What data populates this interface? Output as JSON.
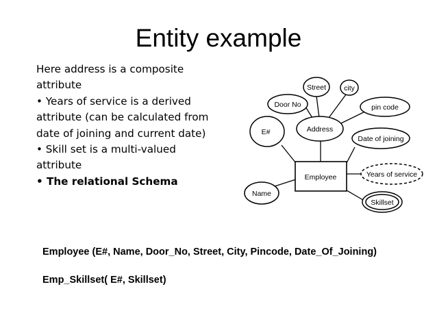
{
  "slide": {
    "title": "Entity example",
    "bullets": [
      "Here address is a composite",
      "attribute",
      "• Years of service is a derived",
      "attribute (can be calculated from",
      "date of joining and current date)",
      "• Skill set is a multi-valued",
      "attribute",
      "• The relational Schema"
    ],
    "schema_lines": [
      "Employee (E#, Name, Door_No, Street, City, Pincode, Date_Of_Joining)",
      "Emp_Skillset( E#, Skillset)"
    ]
  },
  "diagram": {
    "entity": "Employee",
    "attributes": {
      "street": "Street",
      "city": "city",
      "door_no": "Door No",
      "pin_code": "pin code",
      "address": "Address",
      "e_id": "E#",
      "date_of_joining": "Date of joining",
      "years_of_service": "Years of service",
      "name": "Name",
      "skillset": "Skillset"
    }
  }
}
